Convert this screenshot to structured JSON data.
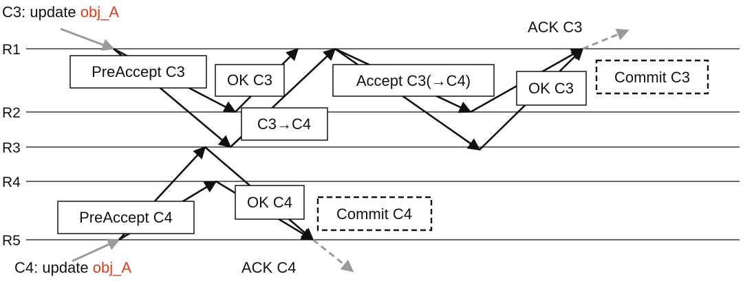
{
  "replicas": [
    "R1",
    "R2",
    "R3",
    "R4",
    "R5"
  ],
  "labels": {
    "c3_update_prefix": "C3: update ",
    "c3_update_obj": "obj_A",
    "c4_update_prefix": "C4: update ",
    "c4_update_obj": "obj_A",
    "ack_c3": "ACK C3",
    "ack_c4": "ACK C4"
  },
  "boxes": {
    "preaccept_c3": "PreAccept C3",
    "ok_c3_first": "OK C3",
    "c3_to_c4": "C3→C4",
    "accept_c3": "Accept C3(→C4)",
    "ok_c3_second": "OK C3",
    "commit_c3": "Commit C3",
    "preaccept_c4": "PreAccept C4",
    "ok_c4": "OK C4",
    "commit_c4": "Commit C4"
  },
  "colors": {
    "line": "#111111",
    "accent_object": "#d9401f",
    "ack_arrow": "#9a9a9a"
  }
}
